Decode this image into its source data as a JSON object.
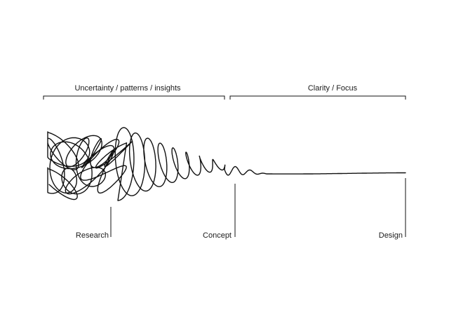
{
  "diagram": {
    "phases": [
      {
        "label": "Uncertainty / patterns / insights"
      },
      {
        "label": "Clarity / Focus"
      }
    ],
    "stages": [
      {
        "label": "Research"
      },
      {
        "label": "Concept"
      },
      {
        "label": "Design"
      }
    ]
  },
  "colors": {
    "ink": "#111111",
    "text": "#1a1a1a",
    "background": "#ffffff"
  }
}
